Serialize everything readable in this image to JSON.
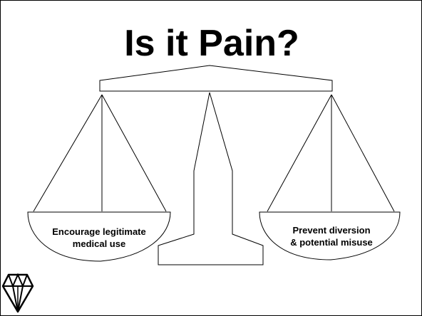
{
  "slide": {
    "title": "Is it Pain?",
    "left_pan": {
      "line1": "Encourage legitimate",
      "line2": "medical use"
    },
    "right_pan": {
      "line1": "Prevent diversion",
      "line2": "& potential misuse"
    },
    "logo": "diamond-icon"
  },
  "colors": {
    "background": "#ffffff",
    "stroke": "#000000",
    "text": "#000000"
  }
}
